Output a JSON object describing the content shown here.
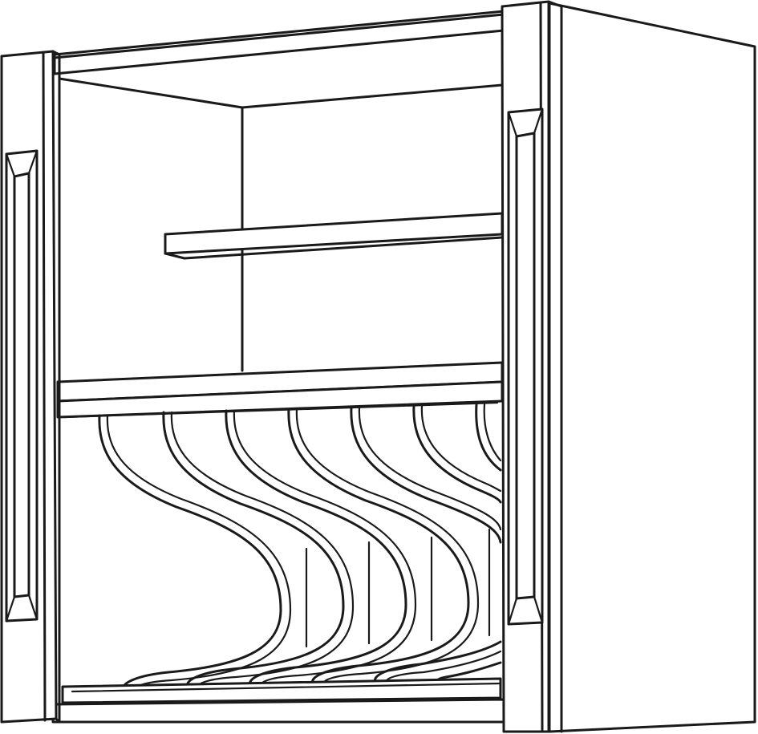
{
  "illustration": {
    "subject": "wall-cabinet-with-dish-rack",
    "style": "black line art on white",
    "line_color": "#1a1a1a",
    "background_color": "#ffffff",
    "parts": {
      "shelf_count": 1,
      "dish_rack_wire_count": 7,
      "frame_posts": 2,
      "recessed_panels": 2
    }
  }
}
